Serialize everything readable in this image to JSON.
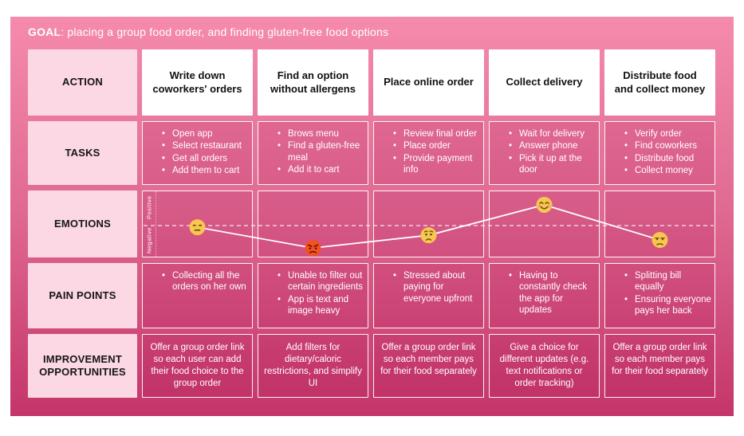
{
  "goal": {
    "label": "GOAL",
    "text": ": placing a group food order, and finding gluten-free food options"
  },
  "row_labels": {
    "action": "ACTION",
    "tasks": "TASKS",
    "emotions": "EMOTIONS",
    "pain": "PAIN POINTS",
    "improve": "IMPROVEMENT OPPORTUNITIES"
  },
  "stages": [
    {
      "action": "Write down coworkers' orders",
      "tasks": [
        "Open app",
        "Select restaurant",
        "Get all orders",
        "Add them to cart"
      ],
      "pain_points": [
        "Collecting all the orders on her own"
      ],
      "improvement": "Offer a group order link so each user can add their food choice to the group order"
    },
    {
      "action": "Find an option without allergens",
      "tasks": [
        "Brows menu",
        "Find a gluten-free meal",
        "Add it to cart"
      ],
      "pain_points": [
        "Unable to filter out certain ingredients",
        "App is text and image heavy"
      ],
      "improvement": "Add filters for dietary/caloric restrictions, and simplify UI"
    },
    {
      "action": "Place online order",
      "tasks": [
        "Review final order",
        "Place order",
        "Provide payment info"
      ],
      "pain_points": [
        "Stressed about paying for everyone upfront"
      ],
      "improvement": "Offer a group order link so each member pays for their food separately"
    },
    {
      "action": "Collect delivery",
      "tasks": [
        "Wait for delivery",
        "Answer phone",
        "Pick it up at the door"
      ],
      "pain_points": [
        "Having to constantly check the app for updates"
      ],
      "improvement": "Give a choice for different updates (e.g. text notifications or order tracking)"
    },
    {
      "action": "Distribute food and collect money",
      "tasks": [
        "Verify order",
        "Find coworkers",
        "Distribute food",
        "Collect money"
      ],
      "pain_points": [
        "Splitting bill equally",
        "Ensuring everyone pays her back"
      ],
      "improvement": "Offer a group order link so each member pays for their food separately"
    }
  ],
  "emotion_curve": {
    "axis": {
      "top": "Positive",
      "bottom": "Negative"
    },
    "points": [
      {
        "stage": 0,
        "emoji": "expressionless-face",
        "value": -0.05
      },
      {
        "stage": 1,
        "emoji": "angry-face",
        "value": -0.67
      },
      {
        "stage": 2,
        "emoji": "worried-face",
        "value": -0.29
      },
      {
        "stage": 3,
        "emoji": "smiling-face",
        "value": 0.62
      },
      {
        "stage": 4,
        "emoji": "unamused-face",
        "value": -0.43
      }
    ]
  },
  "colors": {
    "background_top": "#F58BAC",
    "background_bottom": "#C43569",
    "label_cell": "#FBD8E3",
    "header_cell": "#FFFFFF",
    "cell_border": "#FFFFFF",
    "text_dark": "#111111",
    "text_light": "#FFFFFF",
    "emoji_yellow": "#F9C74F",
    "emoji_red": "#F4511E"
  }
}
